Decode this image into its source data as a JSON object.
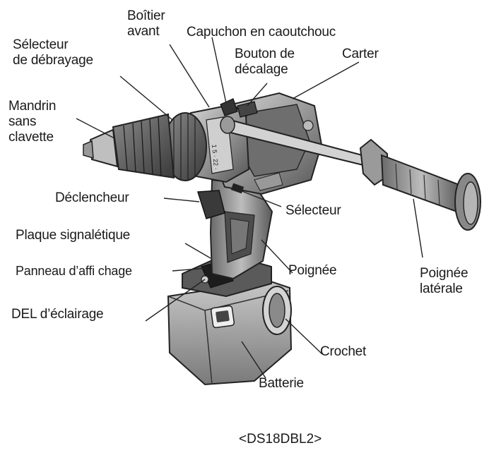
{
  "labels": {
    "boitier_avant": "Boîtier\navant",
    "capuchon": "Capuchon en caoutchouc",
    "selecteur_debrayage": "Sélecteur\nde débrayage",
    "bouton_decalage": "Bouton de\ndécalage",
    "carter": "Carter",
    "mandrin": "Mandrin\nsans\nclavette",
    "declencheur": "Déclencheur",
    "selecteur": "Sélecteur",
    "plaque": "Plaque signalétique",
    "panneau": "Panneau d’affi chage",
    "poignee": "Poignée",
    "poignee_laterale": "Poignée\nlatérale",
    "del": "DEL d’éclairage",
    "crochet": "Crochet",
    "batterie": "Batterie"
  },
  "caption": "<DS18DBL2>"
}
